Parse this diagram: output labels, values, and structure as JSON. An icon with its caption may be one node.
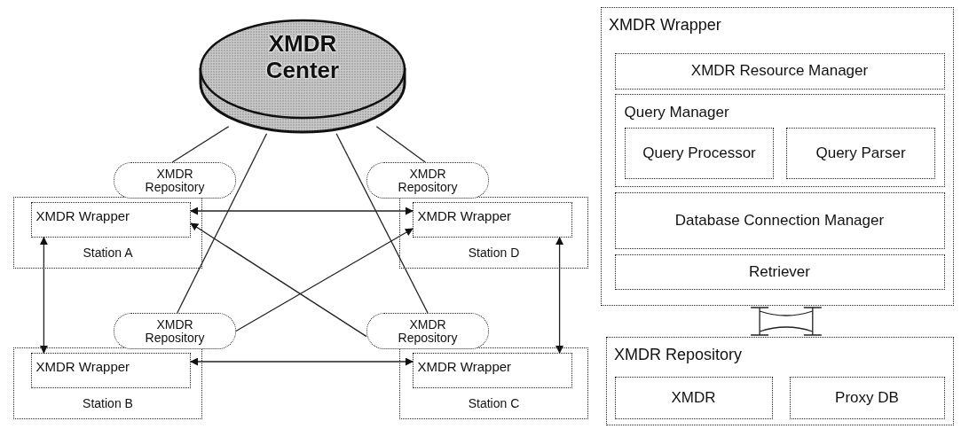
{
  "diagram": {
    "nodes": [
      {
        "text": [
          "XMDR Center"
        ]
      },
      {
        "text": [
          "Station A"
        ]
      },
      {
        "text": [
          "XMDR Wrapper"
        ],
        "in": 1
      },
      {
        "text": [
          "XMDR Repository"
        ]
      },
      {
        "text": [
          "Station D"
        ]
      },
      {
        "text": [
          "XMDR Wrapper"
        ],
        "in": 4
      },
      {
        "text": [
          "XMDR Repository"
        ]
      },
      {
        "text": [
          "Station B"
        ]
      },
      {
        "text": [
          "XMDR Wrapper"
        ],
        "in": 7
      },
      {
        "text": [
          "XMDR Repository"
        ]
      },
      {
        "text": [
          "Station C"
        ]
      },
      {
        "text": [
          "XMDR Wrapper"
        ],
        "in": 10
      },
      {
        "text": [
          "XMDR Repository"
        ]
      },
      {
        "text": [
          "XMDR Wrapper"
        ]
      },
      {
        "text": [
          "XMDR Resource Manager"
        ],
        "in": 13
      },
      {
        "text": [
          "Query Manager"
        ],
        "in": 13
      },
      {
        "text": [
          "Query Processor"
        ],
        "in": 15
      },
      {
        "text": [
          "Query Parser"
        ],
        "in": 15
      },
      {
        "text": [
          "Database Connection Manager"
        ],
        "in": 13
      },
      {
        "text": [
          "Retriever"
        ],
        "in": 13
      },
      {
        "text": [
          "XMDR Repository"
        ]
      },
      {
        "text": [
          "XMDR"
        ],
        "in": 20
      },
      {
        "text": [
          "Proxy DB"
        ],
        "in": 20
      }
    ],
    "edges": [
      {
        "from": 0,
        "to": 3,
        "arrow": "none"
      },
      {
        "from": 0,
        "to": 6,
        "arrow": "none"
      },
      {
        "from": 0,
        "to": 9,
        "arrow": "none"
      },
      {
        "from": 0,
        "to": 12,
        "arrow": "none"
      },
      {
        "from": 5,
        "to": 2,
        "arrow": "both"
      },
      {
        "from": 8,
        "to": 11,
        "arrow": "both"
      },
      {
        "from": 2,
        "to": 8,
        "arrow": "both"
      },
      {
        "from": 5,
        "to": 11,
        "arrow": "both"
      },
      {
        "from": 12,
        "to": 2,
        "arrow": "to"
      },
      {
        "from": 9,
        "to": 5,
        "arrow": "to"
      },
      {
        "from": 13,
        "to": 20,
        "arrow": "none"
      }
    ]
  }
}
